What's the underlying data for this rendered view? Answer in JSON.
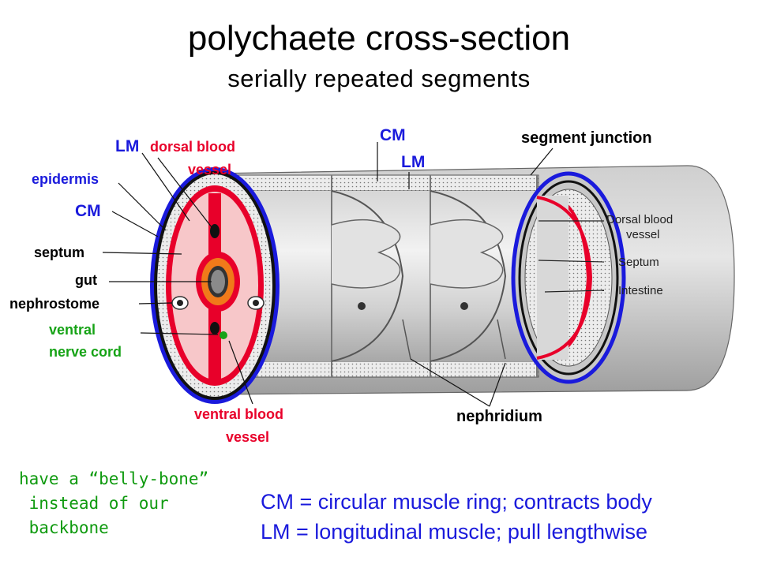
{
  "title": "polychaete cross-section",
  "subtitle": "serially repeated segments",
  "labels": {
    "lm_left": "LM",
    "dorsal_blood_vessel_1": "dorsal blood",
    "dorsal_blood_vessel_2": "vessel",
    "epidermis": "epidermis",
    "cm_left": "CM",
    "septum": "septum",
    "gut": "gut",
    "nephrostome": "nephrostome",
    "ventral_nerve_cord_1": "ventral",
    "ventral_nerve_cord_2": "nerve cord",
    "ventral_blood_vessel_1": "ventral blood",
    "ventral_blood_vessel_2": "vessel",
    "cm_top": "CM",
    "lm_top": "LM",
    "segment_junction": "segment junction",
    "nephridium": "nephridium",
    "book_dorsal_1": "Dorsal blood",
    "book_dorsal_2": "vessel",
    "book_septum": "Septum",
    "book_intestine": "Intestine"
  },
  "note": [
    "have a “belly-bone”",
    " instead of our",
    " backbone"
  ],
  "legend": [
    "CM = circular muscle ring; contracts body",
    "LM = longitudinal muscle; pull lengthwise"
  ],
  "colors": {
    "red": "#e8002a",
    "blue": "#1a1adc",
    "green": "#16a316",
    "orange": "#f07a1a"
  }
}
